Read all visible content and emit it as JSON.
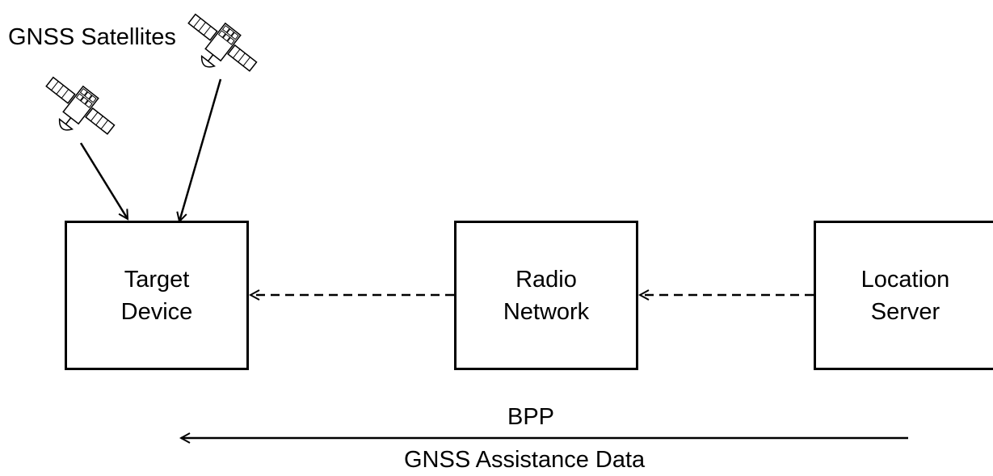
{
  "title": "GNSS Satellites",
  "satellites": [
    {
      "name": "satellite-1",
      "icon": "satellite-icon"
    },
    {
      "name": "satellite-2",
      "icon": "satellite-icon"
    }
  ],
  "boxes": {
    "target_device": {
      "line1": "Target",
      "line2": "Device"
    },
    "radio_network": {
      "line1": "Radio",
      "line2": "Network"
    },
    "location_server": {
      "line1": "Location",
      "line2": "Server"
    }
  },
  "flow": {
    "protocol_label": "BPP",
    "data_label": "GNSS Assistance Data"
  },
  "colors": {
    "stroke": "#000000",
    "background": "#ffffff"
  }
}
